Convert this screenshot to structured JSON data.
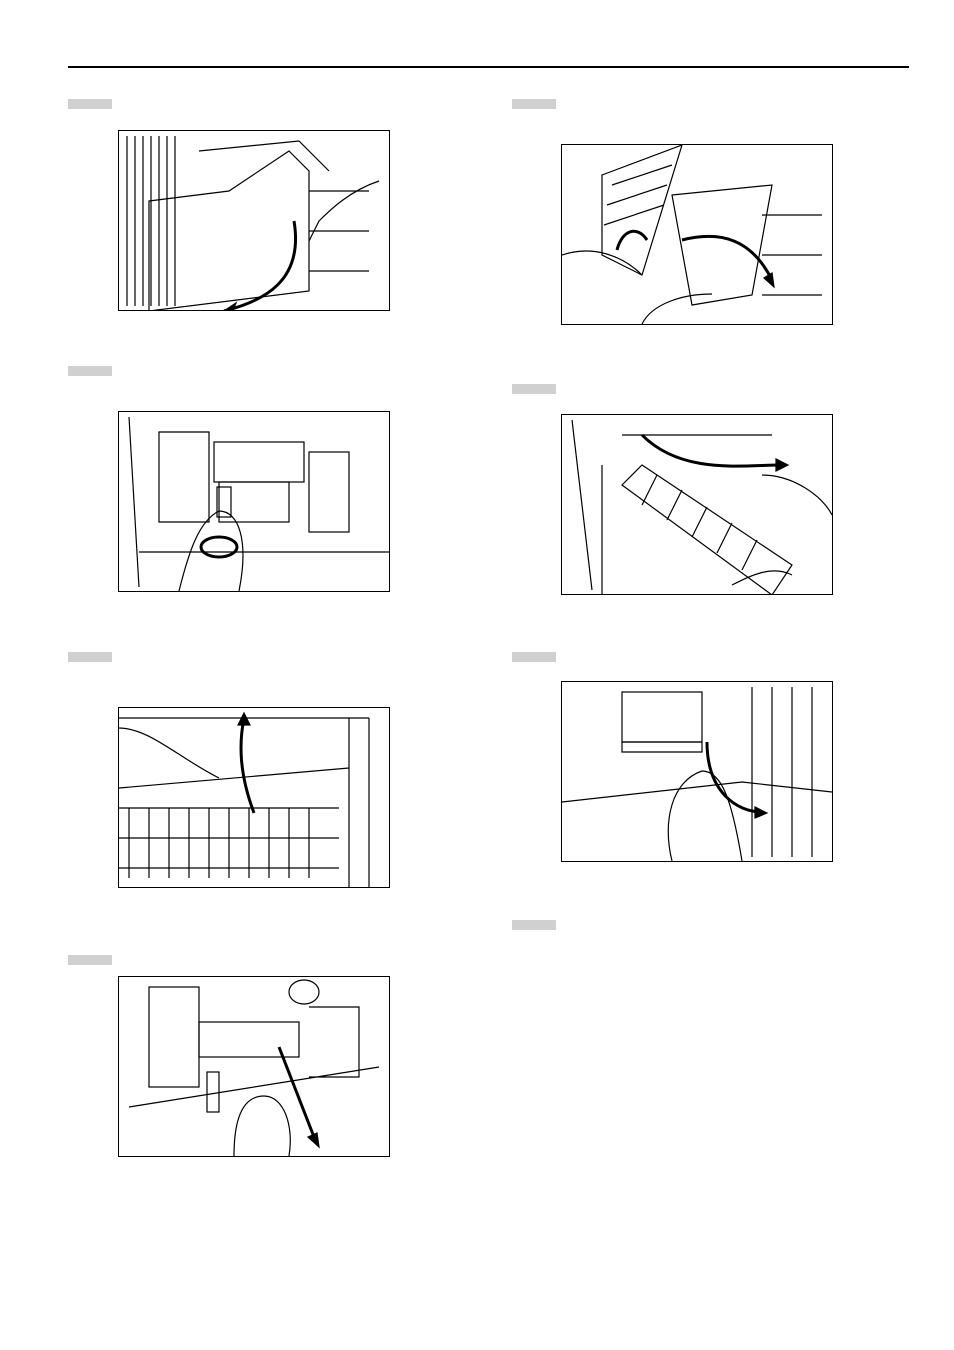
{
  "steps": [
    {
      "column": "left",
      "illustration": "open-side-cover-icon"
    },
    {
      "column": "left",
      "illustration": "turn-knob-icon"
    },
    {
      "column": "left",
      "illustration": "lift-guide-icon"
    },
    {
      "column": "left",
      "illustration": "pull-unit-icon"
    },
    {
      "column": "right",
      "illustration": "remove-jammed-paper-icon"
    },
    {
      "column": "right",
      "illustration": "pull-out-duplex-unit-icon"
    },
    {
      "column": "right",
      "illustration": "close-cover-icon"
    },
    {
      "column": "right",
      "illustration": null
    }
  ],
  "colors": {
    "step_marker": "#d0d0d0",
    "rule": "#000000"
  }
}
